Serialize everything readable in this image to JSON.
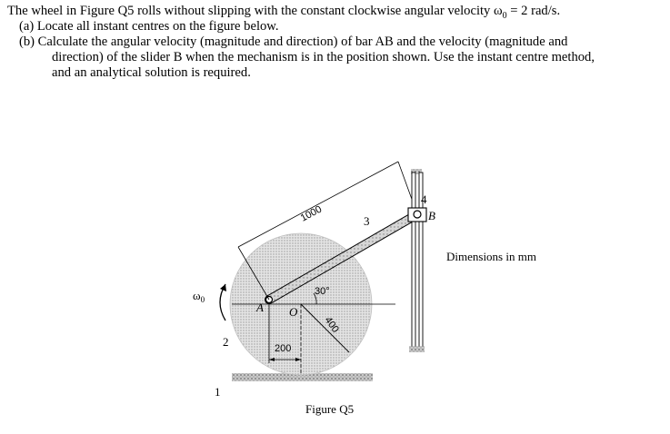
{
  "question": {
    "intro_pre": "The wheel in Figure Q5 rolls without slipping with the constant clockwise angular velocity ",
    "omega0": "ω",
    "sub0": "0",
    "intro_post": " = 2 rad/s.",
    "part_a": "(a) Locate all instant centres on the figure below.",
    "part_b_line1": "(b) Calculate the angular velocity (magnitude and direction) of bar AB and the velocity (magnitude and",
    "part_b_line2": "direction) of the slider B when the mechanism is in the position shown. Use the instant centre method,",
    "part_b_line3": "and an analytical solution is required."
  },
  "figure": {
    "caption": "Figure Q5",
    "dims_note": "Dimensions in mm",
    "omega_label": "ω",
    "omega_sub": "0",
    "dim_bar_length": "1000",
    "dim_radius": "400",
    "dim_offset": "200",
    "angle": "30°",
    "label_point_a": "A",
    "label_point_o": "O",
    "label_point_b": "B",
    "link_1": "1",
    "link_2": "2",
    "link_3": "3",
    "link_4": "4"
  }
}
